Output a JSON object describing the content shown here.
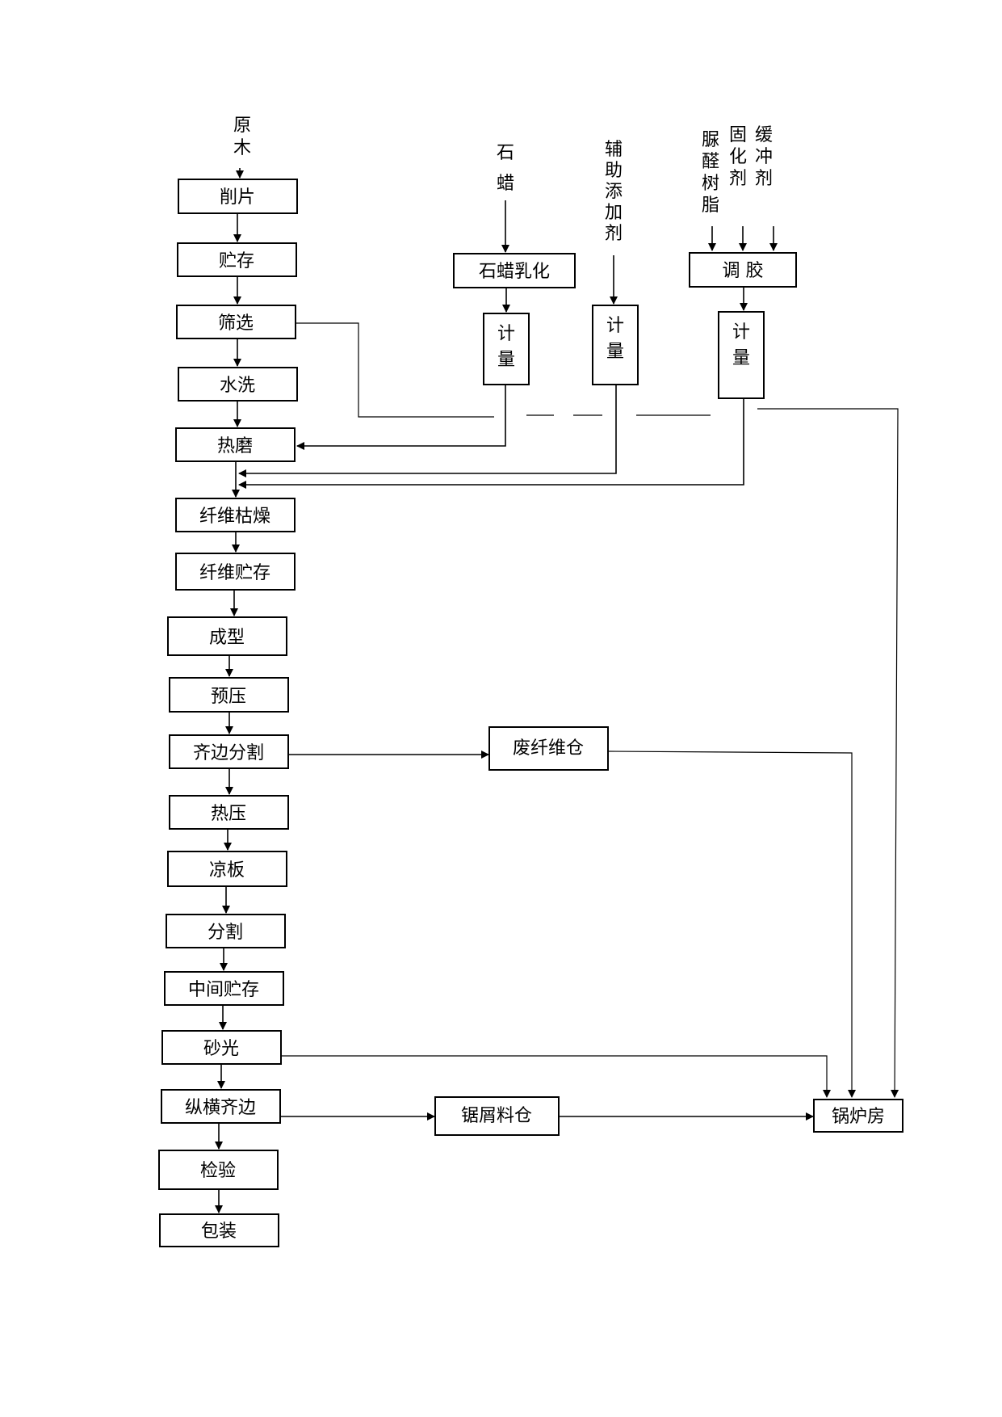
{
  "main_process": [
    "削片",
    "贮存",
    "筛选",
    "水洗",
    "热磨",
    "纤维枯燥",
    "纤维贮存",
    "成型",
    "预压",
    "齐边分割",
    "热压",
    "凉板",
    "分割",
    "中间贮存",
    "砂光",
    "纵横齐边",
    "检验",
    "包装"
  ],
  "raw_input": "原木",
  "wax": {
    "input": "石蜡",
    "emulsify": "石蜡乳化",
    "meter": "计量"
  },
  "additive": {
    "input": "辅助添加剂",
    "meter": "计量"
  },
  "glue": {
    "inputs": [
      "脲醛树脂",
      "固化剂",
      "缓冲剂"
    ],
    "mix": "调  胶",
    "meter": "计量"
  },
  "waste_fiber_bin": "废纤维仓",
  "sawdust_bin": "锯屑料仓",
  "boiler_room": "锅炉房"
}
